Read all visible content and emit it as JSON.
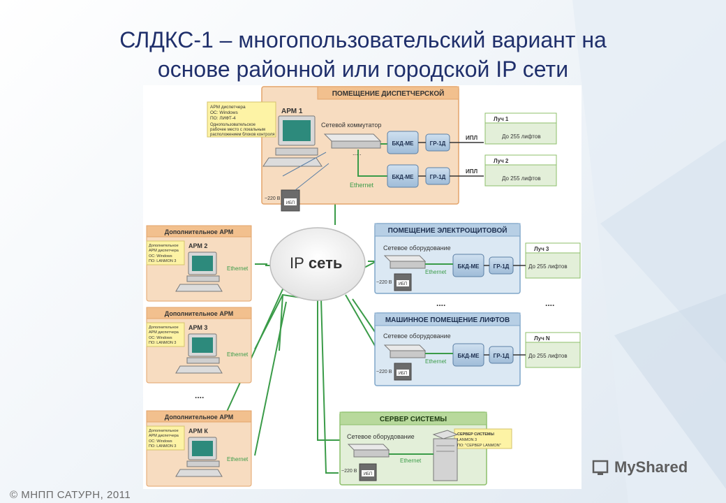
{
  "title": {
    "line1": "СЛДКС-1 – многопользовательский вариант на",
    "line2": "основе районной или городской IP сети"
  },
  "footer": "© МНПП САТУРН, 2011",
  "watermark": "MyShared",
  "colors": {
    "orange_fill": "#f7dcc0",
    "orange_border": "#e3a36a",
    "orange_header": "#f2c08e",
    "blue_fill": "#dbe8f3",
    "blue_border": "#7fa6c9",
    "green_fill": "#e3efd9",
    "green_border": "#8cbf6a",
    "network_line": "#3a9b48",
    "title": "#1f2f6b"
  },
  "dispatch_room": {
    "header": "ПОМЕЩЕНИЕ ДИСПЕТЧЕРСКОЙ",
    "arm_label": "АРМ 1",
    "note_line1": "АРМ диспетчера",
    "note_line2": "ОС: Windows",
    "note_line3": "ПО: ЛИФТ-4",
    "note_line4": "Однопользовательское",
    "note_line5": "рабочее место с локальным",
    "note_line6": "расположением блоков контроля",
    "switch_label": "Сетевой коммутатор",
    "ethernet": "Ethernet",
    "power": "~220 В",
    "ibp": "ИБП",
    "bkd1": "БКД-МЕ",
    "bkd2": "БКД-МЕ",
    "gr1": "ГР-1Д",
    "gr2": "ГР-1Д",
    "ipl1": "ИПЛ",
    "ipl2": "ИПЛ"
  },
  "rays": {
    "ray1_title": "Луч 1",
    "ray1_text": "До 255 лифтов",
    "ray2_title": "Луч 2",
    "ray2_text": "До 255 лифтов",
    "ray3_title": "Луч 3",
    "ray3_text": "До 255 лифтов",
    "rayN_title": "Луч N",
    "rayN_text": "До 255 лифтов"
  },
  "additional_arms": [
    {
      "header": "Дополнительное АРМ",
      "arm": "АРМ 2",
      "note1": "Дополнительное",
      "note2": "АРМ диспетчера",
      "note3": "ОС: Windows",
      "note4": "ПО: LANMON 3",
      "ethernet": "Ethernet"
    },
    {
      "header": "Дополнительное АРМ",
      "arm": "АРМ 3",
      "note1": "Дополнительное",
      "note2": "АРМ диспетчера",
      "note3": "ОС: Windows",
      "note4": "ПО: LANMON 3",
      "ethernet": "Ethernet"
    },
    {
      "header": "Дополнительное АРМ",
      "arm": "АРМ К",
      "note1": "Дополнительное",
      "note2": "АРМ диспетчера",
      "note3": "ОС: Windows",
      "note4": "ПО: LANMON 3",
      "ethernet": "Ethernet"
    }
  ],
  "ellipsis": "....",
  "ip_cloud": {
    "ip": "IP",
    "word": " сеть"
  },
  "electrical_room": {
    "header": "ПОМЕЩЕНИЕ ЭЛЕКТРОЩИТОВОЙ",
    "equipment": "Сетевое оборудование",
    "ethernet": "Ethernet",
    "power": "~220 В",
    "ibp": "ИБП",
    "bkd": "БКД-МЕ",
    "gr": "ГР-1Д"
  },
  "machine_room": {
    "header": "МАШИННОЕ ПОМЕЩЕНИЕ ЛИФТОВ",
    "equipment": "Сетевое оборудование",
    "ethernet": "Ethernet",
    "power": "~220 В",
    "ibp": "ИБП",
    "bkd": "БКД-МЕ",
    "gr": "ГР-1Д"
  },
  "server_room": {
    "header": "СЕРВЕР СИСТЕМЫ",
    "equipment": "Сетевое оборудование",
    "ethernet": "Ethernet",
    "power": "~220 В",
    "ibp": "ИБП",
    "note1": "СЕРВЕР СИСТЕМЫ",
    "note2": "LANMON 3",
    "note3": "ПО: \"СЕРВЕР LANMON\""
  }
}
